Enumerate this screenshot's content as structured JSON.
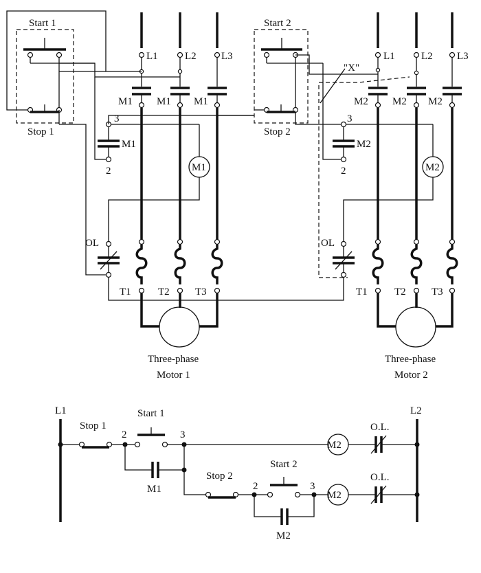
{
  "top": {
    "start1": "Start 1",
    "stop1": "Stop 1",
    "start2": "Start 2",
    "stop2": "Stop 2",
    "x_label": "\"X\"",
    "m1_lines": [
      "L1",
      "L2",
      "L3"
    ],
    "m2_lines": [
      "L1",
      "L2",
      "L3"
    ],
    "m1_contact": "M1",
    "m2_contact": "M2",
    "coil_m1": "M1",
    "coil_m2": "M2",
    "node3": "3",
    "node2": "2",
    "ol": "OL",
    "t_labels": [
      "T1",
      "T2",
      "T3"
    ],
    "motor1": [
      "Three-phase",
      "Motor 1"
    ],
    "motor2": [
      "Three-phase",
      "Motor 2"
    ]
  },
  "ladder": {
    "l1": "L1",
    "l2": "L2",
    "stop1": "Stop 1",
    "start1": "Start 1",
    "stop2": "Stop 2",
    "start2": "Start 2",
    "node2": "2",
    "node3": "3",
    "coil_top": "M2",
    "coil_bottom": "M2",
    "ol": "O.L.",
    "m1": "M1",
    "m2": "M2"
  }
}
